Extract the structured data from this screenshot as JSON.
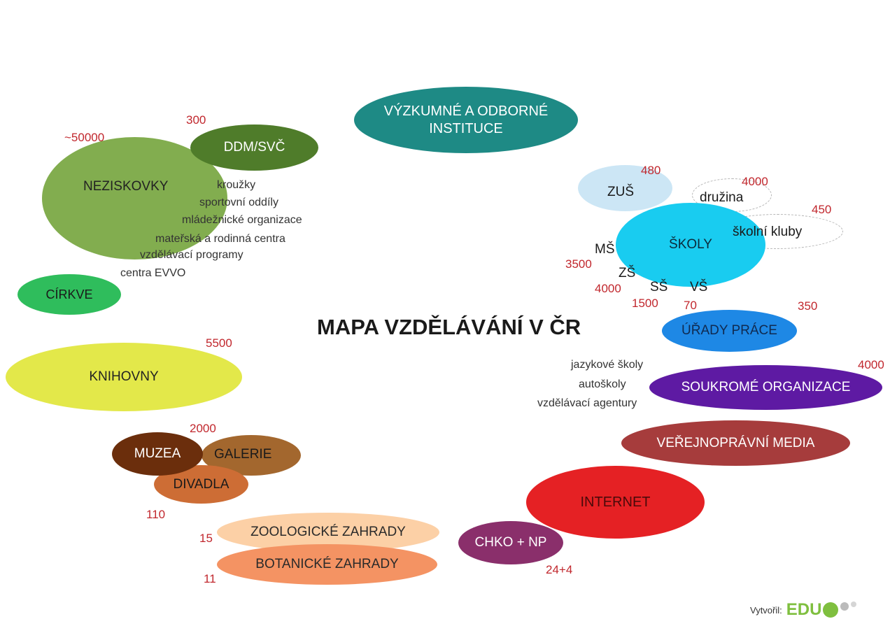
{
  "title": "MAPA VZDĚLÁVÁNÍ V ČR",
  "bubbles": {
    "vyzkumne": {
      "label_line1": "VÝZKUMNÉ A ODBORNÉ",
      "label_line2": "INSTITUCE",
      "color": "#1e8a85"
    },
    "ddm": {
      "label": "DDM/SVČ",
      "count": "300",
      "color": "#4f7c2a"
    },
    "neziskovky": {
      "label": "NEZISKOVKY",
      "count": "~50000",
      "color": "#82ad4f"
    },
    "cirkve": {
      "label": "CÍRKVE",
      "color": "#2fbd5c"
    },
    "knihovny": {
      "label": "KNIHOVNY",
      "count": "5500",
      "color": "#e3e84a"
    },
    "muzea": {
      "label": "MUZEA",
      "color": "#6b2e0c"
    },
    "galerie": {
      "label": "GALERIE",
      "color": "#a3672e"
    },
    "divadla": {
      "label": "DIVADLA",
      "color": "#cd6d35"
    },
    "zoo": {
      "label": "ZOOLOGICKÉ ZAHRADY",
      "count": "15",
      "color": "#fcd0a6"
    },
    "botanicke": {
      "label": "BOTANICKÉ ZAHRADY",
      "count": "11",
      "color": "#f49363"
    },
    "chko": {
      "label": "CHKO + NP",
      "count": "24+4",
      "color": "#8a2f6b"
    },
    "internet": {
      "label": "INTERNET",
      "color": "#e52124"
    },
    "media": {
      "label": "VEŘEJNOPRÁVNÍ MEDIA",
      "color": "#a63c3c"
    },
    "soukrome": {
      "label": "SOUKROMÉ ORGANIZACE",
      "count": "4000",
      "color": "#5e1aa3"
    },
    "urady": {
      "label": "ÚŘADY PRÁCE",
      "count": "350",
      "color": "#1e88e5"
    },
    "skoly": {
      "label": "ŠKOLY",
      "color": "#19ccf0"
    },
    "zus": {
      "label": "ZUŠ",
      "count": "480",
      "color": "#cce6f5"
    },
    "druzina": {
      "label": "družina",
      "count": "4000"
    },
    "skolni_kluby": {
      "label": "školní kluby",
      "count": "450"
    }
  },
  "museum_group_count": "2000",
  "divadla_count": "110",
  "neziskovky_notes": [
    "kroužky",
    "sportovní oddíly",
    "mládežnické organizace",
    "mateřská a rodinná centra",
    "vzdělávací programy",
    "centra EVVO"
  ],
  "school_levels": {
    "ms": {
      "label": "MŠ",
      "count": "3500"
    },
    "zs": {
      "label": "ZŠ",
      "count": "4000"
    },
    "ss": {
      "label": "SŠ",
      "count": "1500"
    },
    "vs": {
      "label": "VŠ",
      "count": "70"
    }
  },
  "private_notes": [
    "jazykové školy",
    "autoškoly",
    "vzdělávací agentury"
  ],
  "credit": {
    "label": "Vytvořil:",
    "logo": "EDU"
  }
}
